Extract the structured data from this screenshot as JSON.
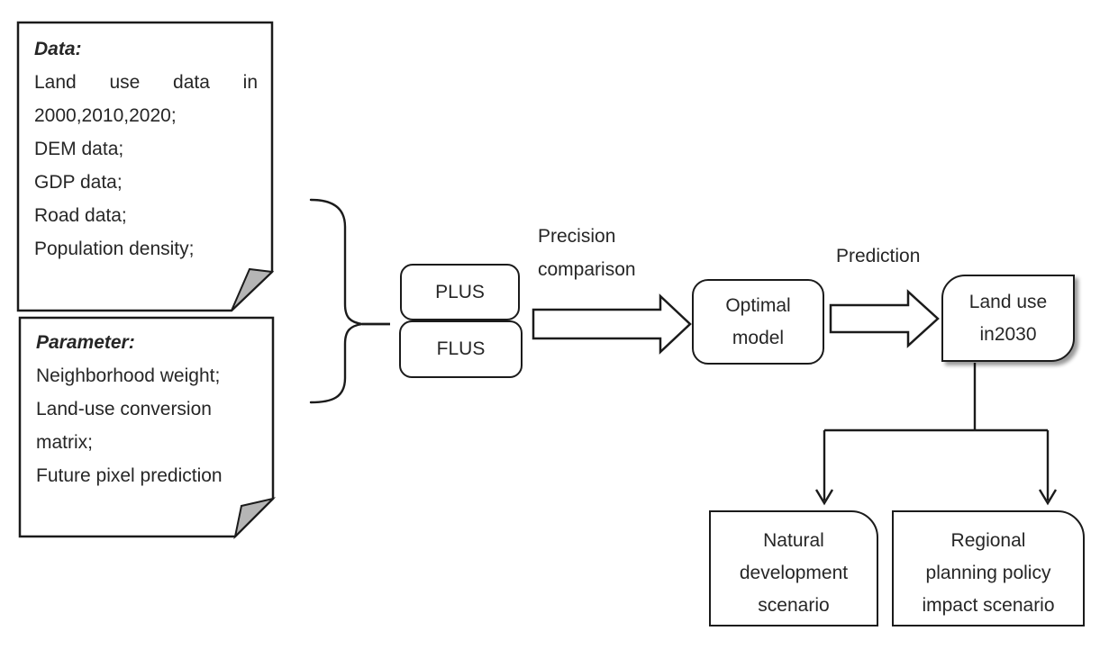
{
  "canvas": {
    "background": "#ffffff",
    "stroke_color": "#1b1b1b",
    "text_color": "#262626",
    "fold_fill": "#b5b5b5"
  },
  "data_note": {
    "title": "Data:",
    "lines": [
      "Land use data in",
      "2000,2010,2020;",
      "DEM data;",
      "GDP data;",
      "Road data;",
      "Population density;"
    ]
  },
  "parameter_note": {
    "title": "Parameter:",
    "lines": [
      "Neighborhood weight;",
      "Land-use conversion",
      "matrix;",
      "Future pixel prediction"
    ]
  },
  "model_boxes": {
    "plus": "PLUS",
    "flus": "FLUS"
  },
  "flow_labels": {
    "precision": "Precision comparison",
    "prediction": "Prediction"
  },
  "optimal_model": {
    "lines": [
      "Optimal",
      "model"
    ]
  },
  "land_use_2030": {
    "lines": [
      "Land use",
      "in2030"
    ]
  },
  "scenario_boxes": {
    "natural": {
      "lines": [
        "Natural",
        "development",
        "scenario"
      ]
    },
    "regional": {
      "lines": [
        "Regional",
        "planning policy",
        "impact scenario"
      ]
    }
  }
}
